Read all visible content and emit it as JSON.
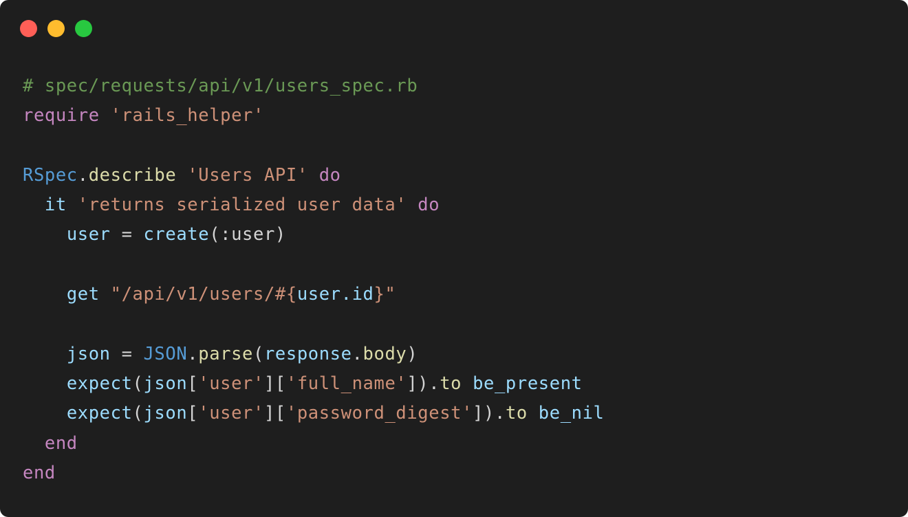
{
  "window": {
    "background": "#1e1e1e",
    "controls": [
      {
        "name": "close",
        "color": "#ff5f57"
      },
      {
        "name": "minimize",
        "color": "#febc2e"
      },
      {
        "name": "maximize",
        "color": "#28c840"
      }
    ]
  },
  "theme": {
    "comment": "#6a9955",
    "keyword": "#c586c0",
    "string": "#ce9178",
    "class": "#569cd6",
    "method": "#dcdcaa",
    "variable": "#9cdcfe",
    "punctuation": "#d4d4d4"
  },
  "code": {
    "language": "ruby",
    "lines": [
      [
        {
          "t": "# spec/requests/api/v1/users_spec.rb",
          "c": "comment"
        }
      ],
      [
        {
          "t": "require",
          "c": "keyword"
        },
        {
          "t": " ",
          "c": "punctuation"
        },
        {
          "t": "'rails_helper'",
          "c": "string"
        }
      ],
      [],
      [
        {
          "t": "RSpec",
          "c": "class"
        },
        {
          "t": ".",
          "c": "punctuation"
        },
        {
          "t": "describe",
          "c": "method"
        },
        {
          "t": " ",
          "c": "punctuation"
        },
        {
          "t": "'Users API'",
          "c": "string"
        },
        {
          "t": " ",
          "c": "punctuation"
        },
        {
          "t": "do",
          "c": "keyword"
        }
      ],
      [
        {
          "t": "  ",
          "c": "punctuation"
        },
        {
          "t": "it",
          "c": "variable"
        },
        {
          "t": " ",
          "c": "punctuation"
        },
        {
          "t": "'returns serialized user data'",
          "c": "string"
        },
        {
          "t": " ",
          "c": "punctuation"
        },
        {
          "t": "do",
          "c": "keyword"
        }
      ],
      [
        {
          "t": "    ",
          "c": "punctuation"
        },
        {
          "t": "user",
          "c": "variable"
        },
        {
          "t": " = ",
          "c": "punctuation"
        },
        {
          "t": "create",
          "c": "variable"
        },
        {
          "t": "(:user)",
          "c": "punctuation"
        }
      ],
      [],
      [
        {
          "t": "    ",
          "c": "punctuation"
        },
        {
          "t": "get",
          "c": "variable"
        },
        {
          "t": " ",
          "c": "punctuation"
        },
        {
          "t": "\"/api/v1/users/#{",
          "c": "string"
        },
        {
          "t": "user.id",
          "c": "variable"
        },
        {
          "t": "}\"",
          "c": "string"
        }
      ],
      [],
      [
        {
          "t": "    ",
          "c": "punctuation"
        },
        {
          "t": "json",
          "c": "variable"
        },
        {
          "t": " = ",
          "c": "punctuation"
        },
        {
          "t": "JSON",
          "c": "class"
        },
        {
          "t": ".",
          "c": "punctuation"
        },
        {
          "t": "parse",
          "c": "method"
        },
        {
          "t": "(",
          "c": "punctuation"
        },
        {
          "t": "response",
          "c": "variable"
        },
        {
          "t": ".",
          "c": "punctuation"
        },
        {
          "t": "body",
          "c": "method"
        },
        {
          "t": ")",
          "c": "punctuation"
        }
      ],
      [
        {
          "t": "    ",
          "c": "punctuation"
        },
        {
          "t": "expect",
          "c": "variable"
        },
        {
          "t": "(",
          "c": "punctuation"
        },
        {
          "t": "json",
          "c": "variable"
        },
        {
          "t": "[",
          "c": "punctuation"
        },
        {
          "t": "'user'",
          "c": "string"
        },
        {
          "t": "][",
          "c": "punctuation"
        },
        {
          "t": "'full_name'",
          "c": "string"
        },
        {
          "t": "]).",
          "c": "punctuation"
        },
        {
          "t": "to",
          "c": "method"
        },
        {
          "t": " ",
          "c": "punctuation"
        },
        {
          "t": "be_present",
          "c": "variable"
        }
      ],
      [
        {
          "t": "    ",
          "c": "punctuation"
        },
        {
          "t": "expect",
          "c": "variable"
        },
        {
          "t": "(",
          "c": "punctuation"
        },
        {
          "t": "json",
          "c": "variable"
        },
        {
          "t": "[",
          "c": "punctuation"
        },
        {
          "t": "'user'",
          "c": "string"
        },
        {
          "t": "][",
          "c": "punctuation"
        },
        {
          "t": "'password_digest'",
          "c": "string"
        },
        {
          "t": "]).",
          "c": "punctuation"
        },
        {
          "t": "to",
          "c": "method"
        },
        {
          "t": " ",
          "c": "punctuation"
        },
        {
          "t": "be_nil",
          "c": "variable"
        }
      ],
      [
        {
          "t": "  ",
          "c": "punctuation"
        },
        {
          "t": "end",
          "c": "keyword"
        }
      ],
      [
        {
          "t": "end",
          "c": "keyword"
        }
      ]
    ]
  }
}
